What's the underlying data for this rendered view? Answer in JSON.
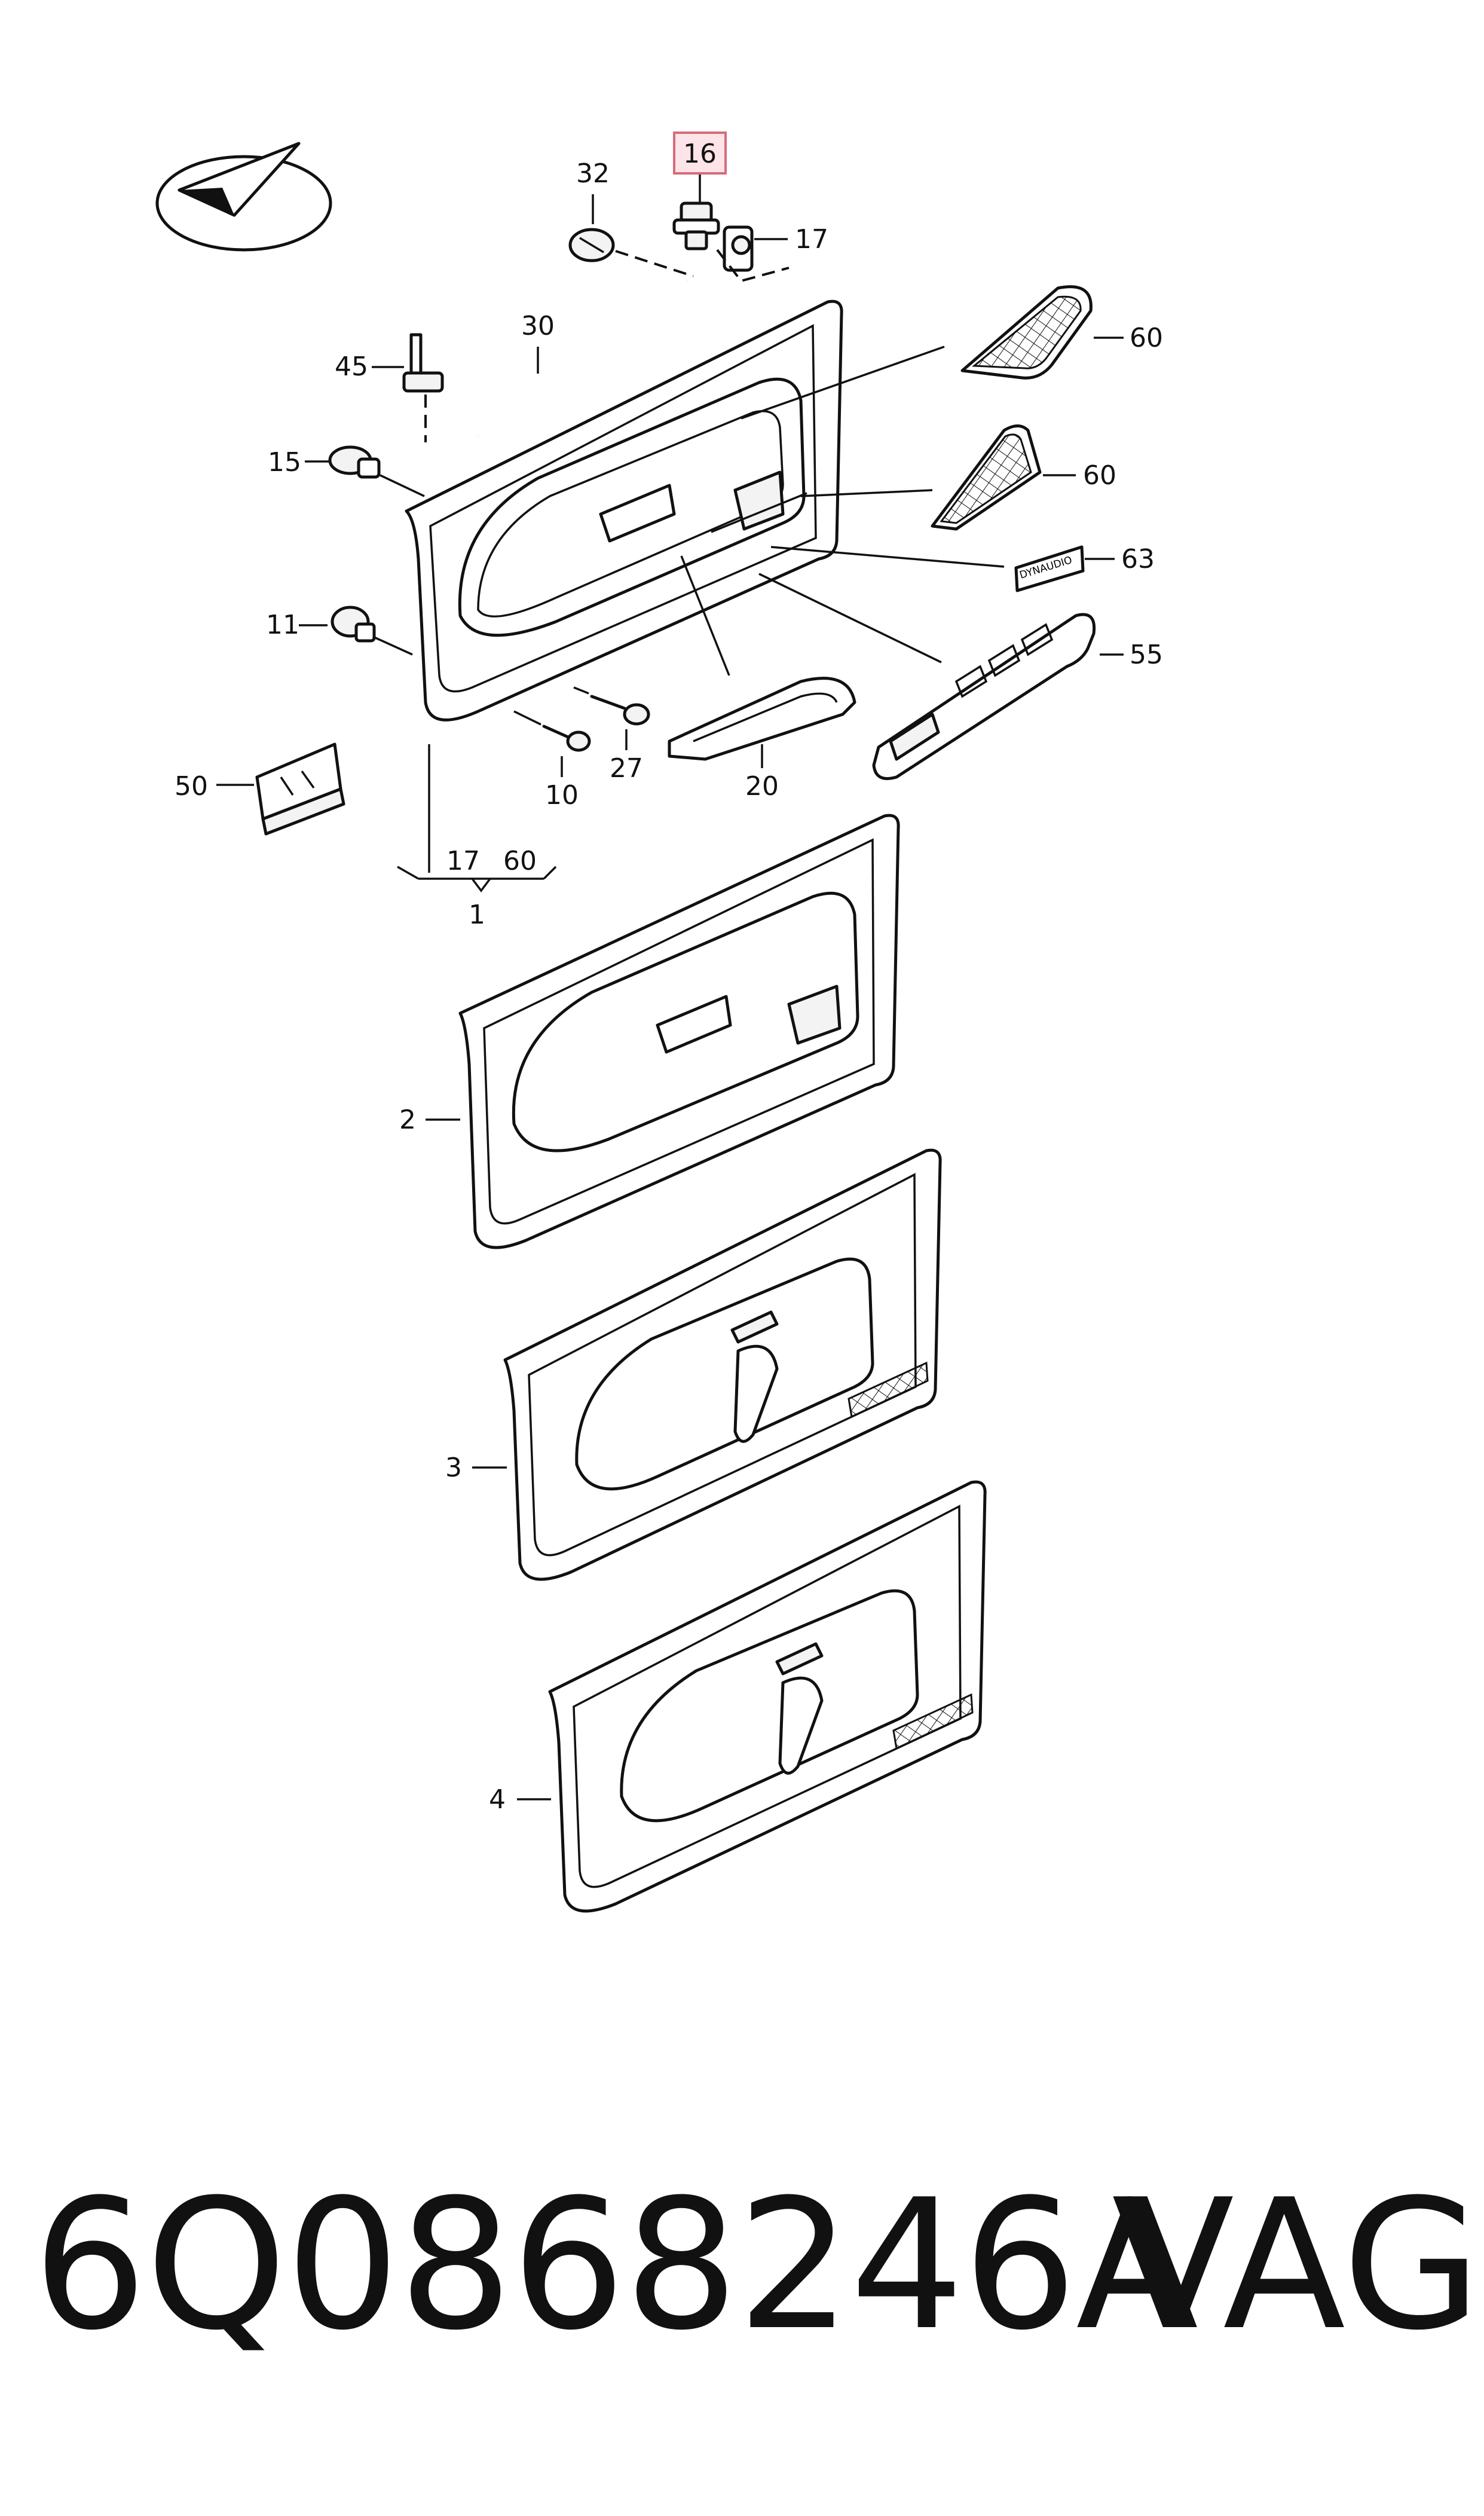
{
  "diagram": {
    "highlight_color": "#e8a0a8",
    "callouts": {
      "c16": "16",
      "c32": "32",
      "c17": "17",
      "c30": "30",
      "c45": "45",
      "c60a": "60",
      "c15": "15",
      "c60b": "60",
      "c63": "63",
      "c11": "11",
      "c55": "55",
      "c27": "27",
      "c50": "50",
      "c10": "10",
      "c20": "20",
      "g17": "17",
      "g60": "60",
      "g1": "1",
      "c2": "2",
      "c3": "3",
      "c4": "4"
    },
    "badge_text": "DYNAUDIO"
  },
  "footer": {
    "part_number": "6Q0868246A",
    "brand": "VAG"
  }
}
